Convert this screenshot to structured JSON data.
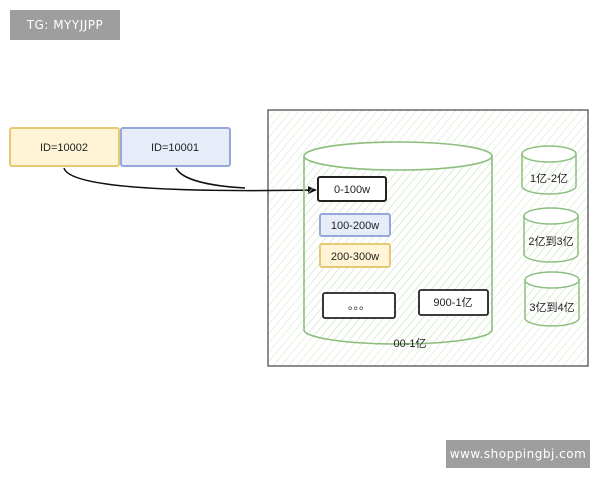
{
  "watermark_top": "TG: MYYJJPP",
  "watermark_bottom": "www.shoppingbj.com",
  "ids": [
    "ID=10002",
    "ID=10001"
  ],
  "db_main": {
    "label": "00-1亿",
    "ranges": [
      "0-100w",
      "100-200w",
      "200-300w",
      "。。。",
      "900-1亿"
    ]
  },
  "db_small": [
    "1亿-2亿",
    "2亿到3亿",
    "3亿到4亿"
  ],
  "colors": {
    "yellow_fill": "#fff4d6",
    "yellow_stroke": "#e8c874",
    "blue_fill": "#e6ecf8",
    "blue_stroke": "#95a8d8",
    "green_stroke": "#8cbf7e",
    "hatch": "#cfe4c6",
    "dark": "#222222"
  }
}
